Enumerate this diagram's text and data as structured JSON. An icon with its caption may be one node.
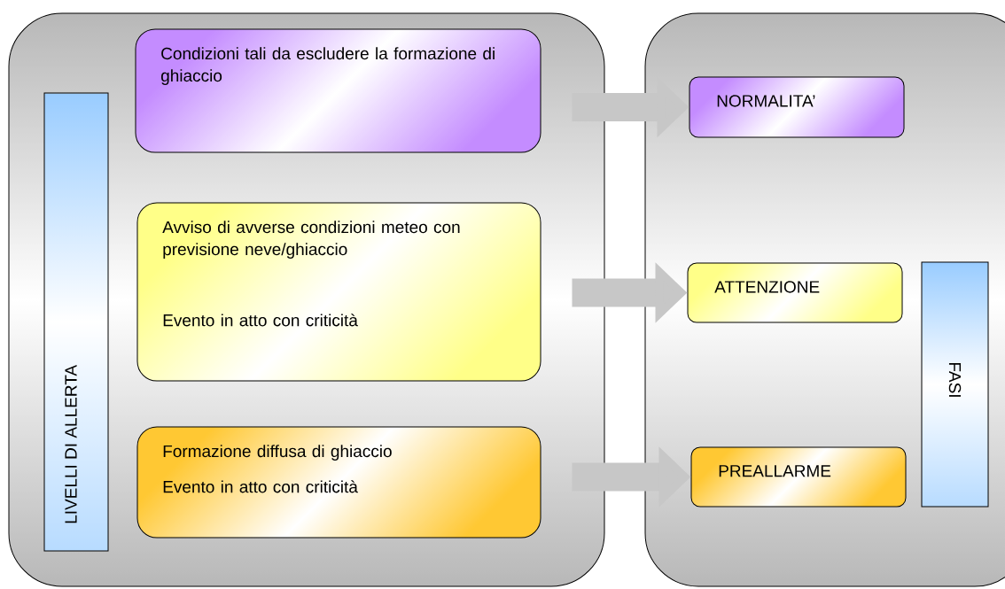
{
  "diagram": {
    "nodes": [
      {
        "text": [],
        "shape": "box"
      },
      {
        "text": [
          "LIVELLI DI ALLERTA"
        ],
        "in": 0
      },
      {
        "text": [
          "Condizioni tali da escludere la formazione di ghiaccio"
        ],
        "in": 0
      },
      {
        "text": [
          "Avviso di avverse condizioni meteo con previsione neve/ghiaccio",
          "Evento in atto con criticità"
        ],
        "in": 0
      },
      {
        "text": [
          "Formazione diffusa di ghiaccio",
          "Evento in atto con criticità"
        ],
        "in": 0
      },
      {
        "text": [],
        "shape": "box"
      },
      {
        "text": [
          "NORMALITA’"
        ],
        "in": 5
      },
      {
        "text": [
          "ATTENZIONE"
        ],
        "in": 5
      },
      {
        "text": [
          "PREALLARME"
        ],
        "in": 5
      },
      {
        "text": [
          "FASI"
        ],
        "in": 5
      }
    ],
    "edges": [
      {
        "from": 2,
        "to": 6,
        "arrow": "to"
      },
      {
        "from": 3,
        "to": 7,
        "arrow": "to"
      },
      {
        "from": 4,
        "to": 8,
        "arrow": "to"
      }
    ]
  }
}
